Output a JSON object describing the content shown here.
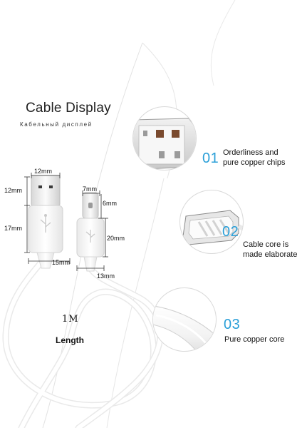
{
  "header": {
    "title": "Cable Display",
    "subtitle": "Кабельный дисплей"
  },
  "dimensions": {
    "usb_a_width": "12mm",
    "usb_a_head_height": "12mm",
    "usb_a_body_height": "17mm",
    "usb_a_body_width": "15mm",
    "type_c_width": "7mm",
    "type_c_head_height": "6mm",
    "type_c_body_height": "20mm",
    "type_c_body_width": "13mm"
  },
  "cable": {
    "length": "1M",
    "length_label": "Length"
  },
  "features": [
    {
      "number": "01",
      "line1": "Orderliness and",
      "line2": "pure copper chips"
    },
    {
      "number": "02",
      "line1": "Cable core is",
      "line2": "made elaborate"
    },
    {
      "number": "03",
      "line1": "Pure copper core",
      "line2": ""
    }
  ],
  "colors": {
    "accent": "#2a9fd8",
    "text": "#111111",
    "cable": "#f4f4f4"
  }
}
